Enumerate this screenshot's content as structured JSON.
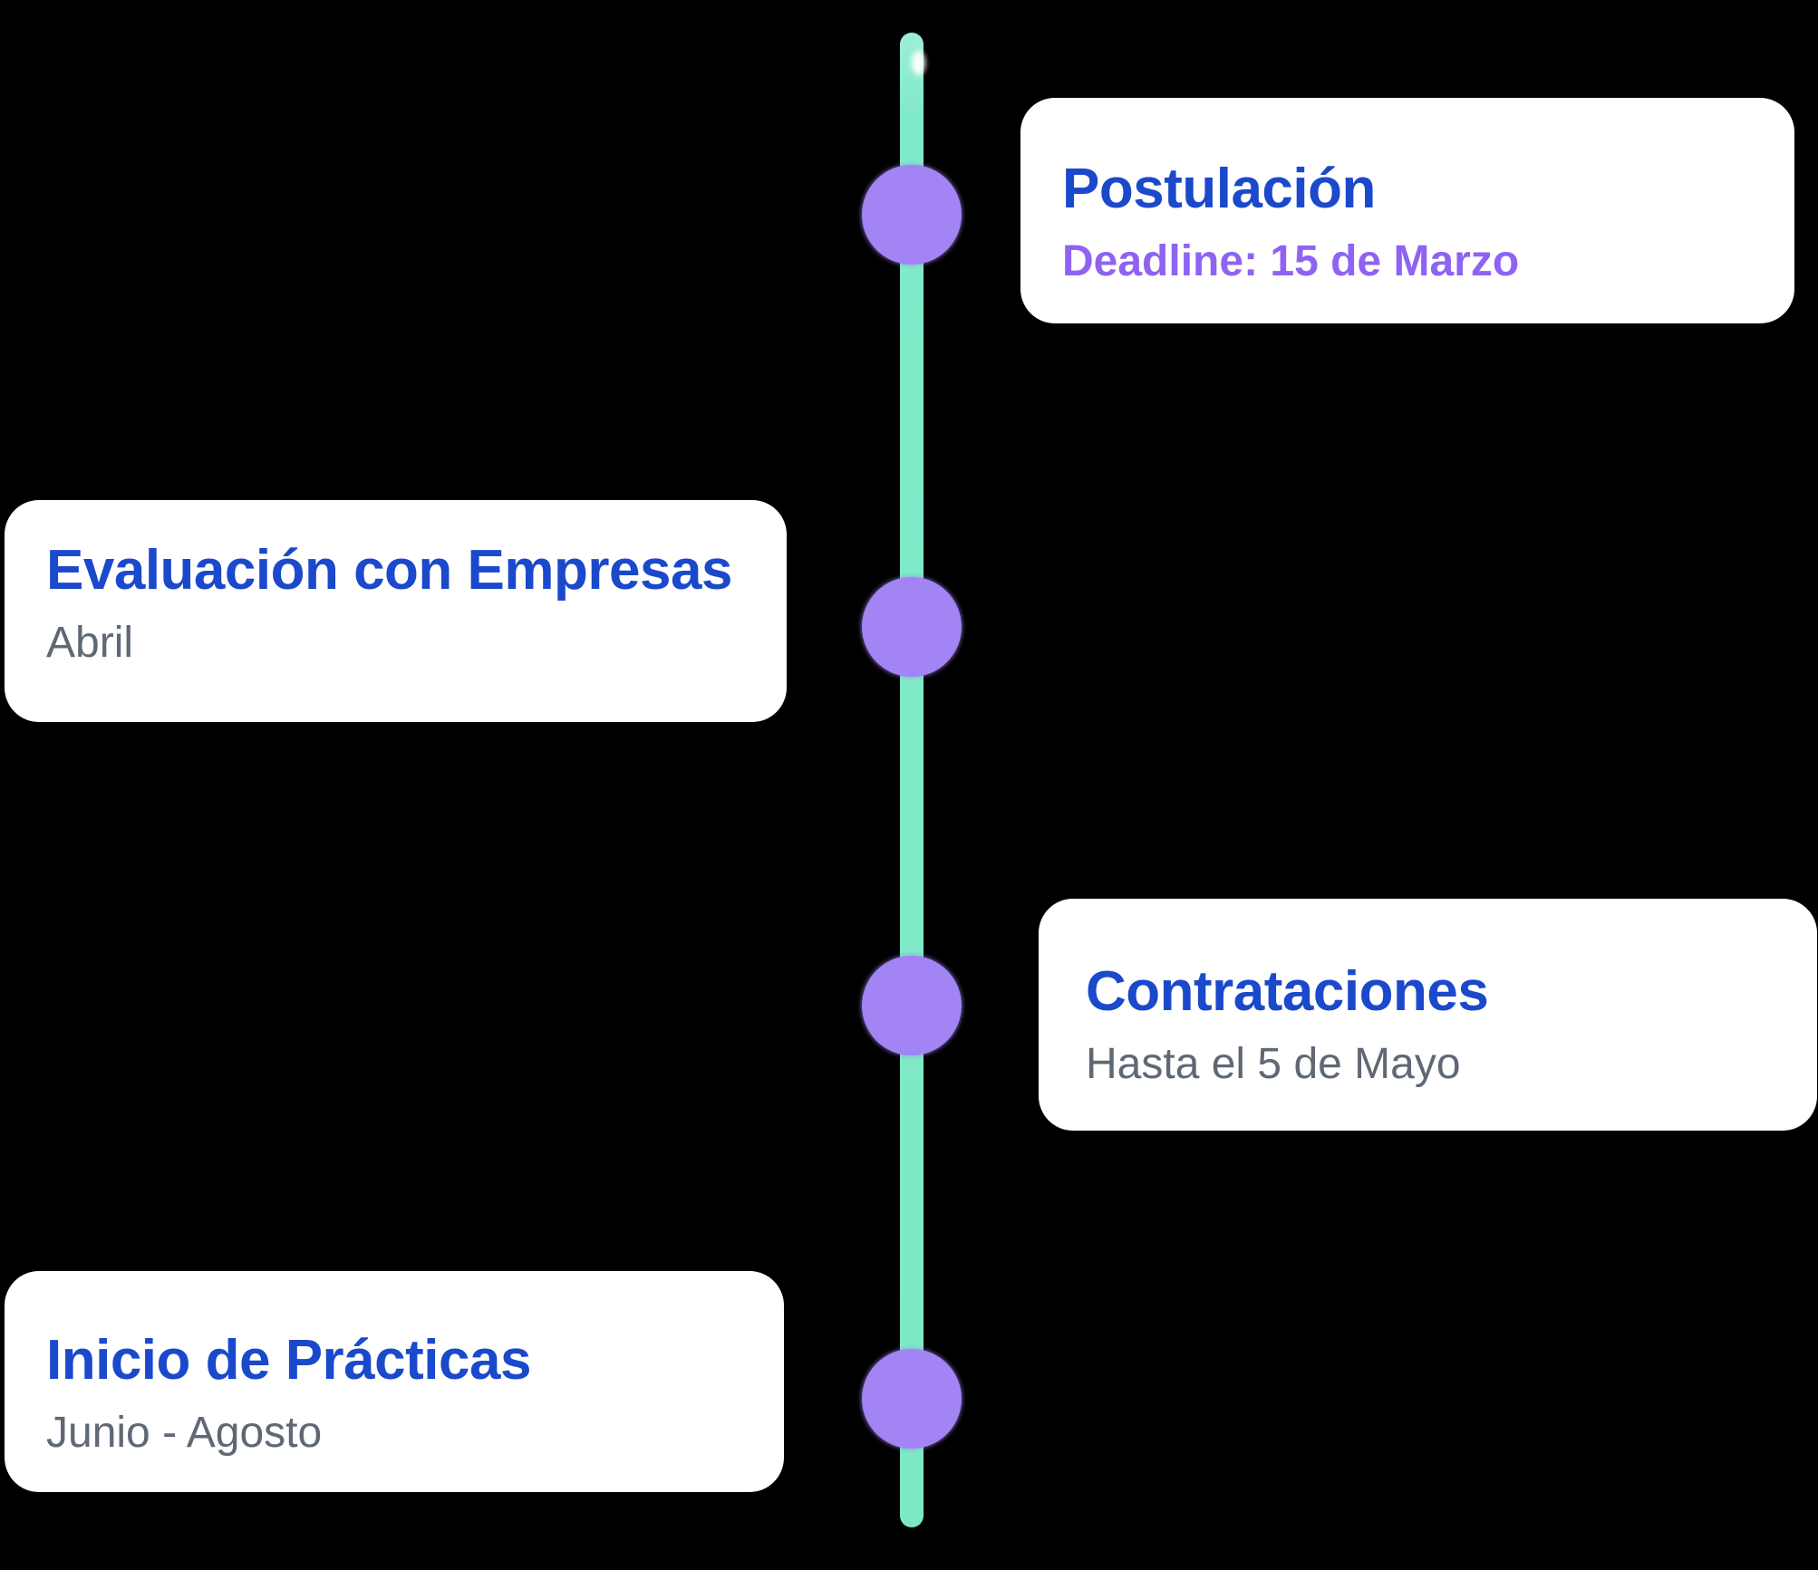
{
  "canvas": {
    "background_color": "#000000"
  },
  "timeline": {
    "line_color": "#7de8c6",
    "node_color": "#a284f4",
    "card_background": "#ffffff",
    "title_color": "#1b49cb",
    "subtitle_purple_color": "#8f63f2",
    "subtitle_gray_color": "#5f6875",
    "items": [
      {
        "title": "Postulación",
        "subtitle": "Deadline: 15 de Marzo",
        "side": "right",
        "subtitle_style": "purple"
      },
      {
        "title": "Evaluación con Empresas",
        "subtitle": "Abril",
        "side": "left",
        "subtitle_style": "gray"
      },
      {
        "title": "Contrataciones",
        "subtitle": "Hasta el 5 de Mayo",
        "side": "right",
        "subtitle_style": "gray"
      },
      {
        "title": "Inicio de Prácticas",
        "subtitle": "Junio - Agosto",
        "side": "left",
        "subtitle_style": "gray"
      }
    ]
  }
}
